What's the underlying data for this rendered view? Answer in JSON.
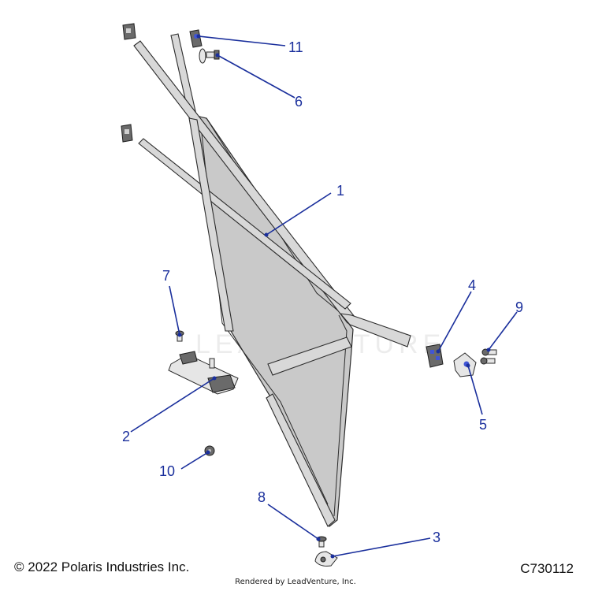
{
  "watermark": "LEADVENTURE",
  "copyright": "© 2022 Polaris Industries Inc.",
  "diagram_code": "C730112",
  "rendered_by": "Rendered by LeadVenture, Inc.",
  "colors": {
    "callout": "#1a2f9c",
    "part_fill": "#c9c9c9",
    "outline": "#2b2b2b"
  },
  "callouts": [
    {
      "id": "1",
      "label": "1"
    },
    {
      "id": "2",
      "label": "2"
    },
    {
      "id": "3",
      "label": "3"
    },
    {
      "id": "4",
      "label": "4"
    },
    {
      "id": "5",
      "label": "5"
    },
    {
      "id": "6",
      "label": "6"
    },
    {
      "id": "7",
      "label": "7"
    },
    {
      "id": "8",
      "label": "8"
    },
    {
      "id": "9",
      "label": "9"
    },
    {
      "id": "10",
      "label": "10"
    },
    {
      "id": "11",
      "label": "11"
    }
  ]
}
